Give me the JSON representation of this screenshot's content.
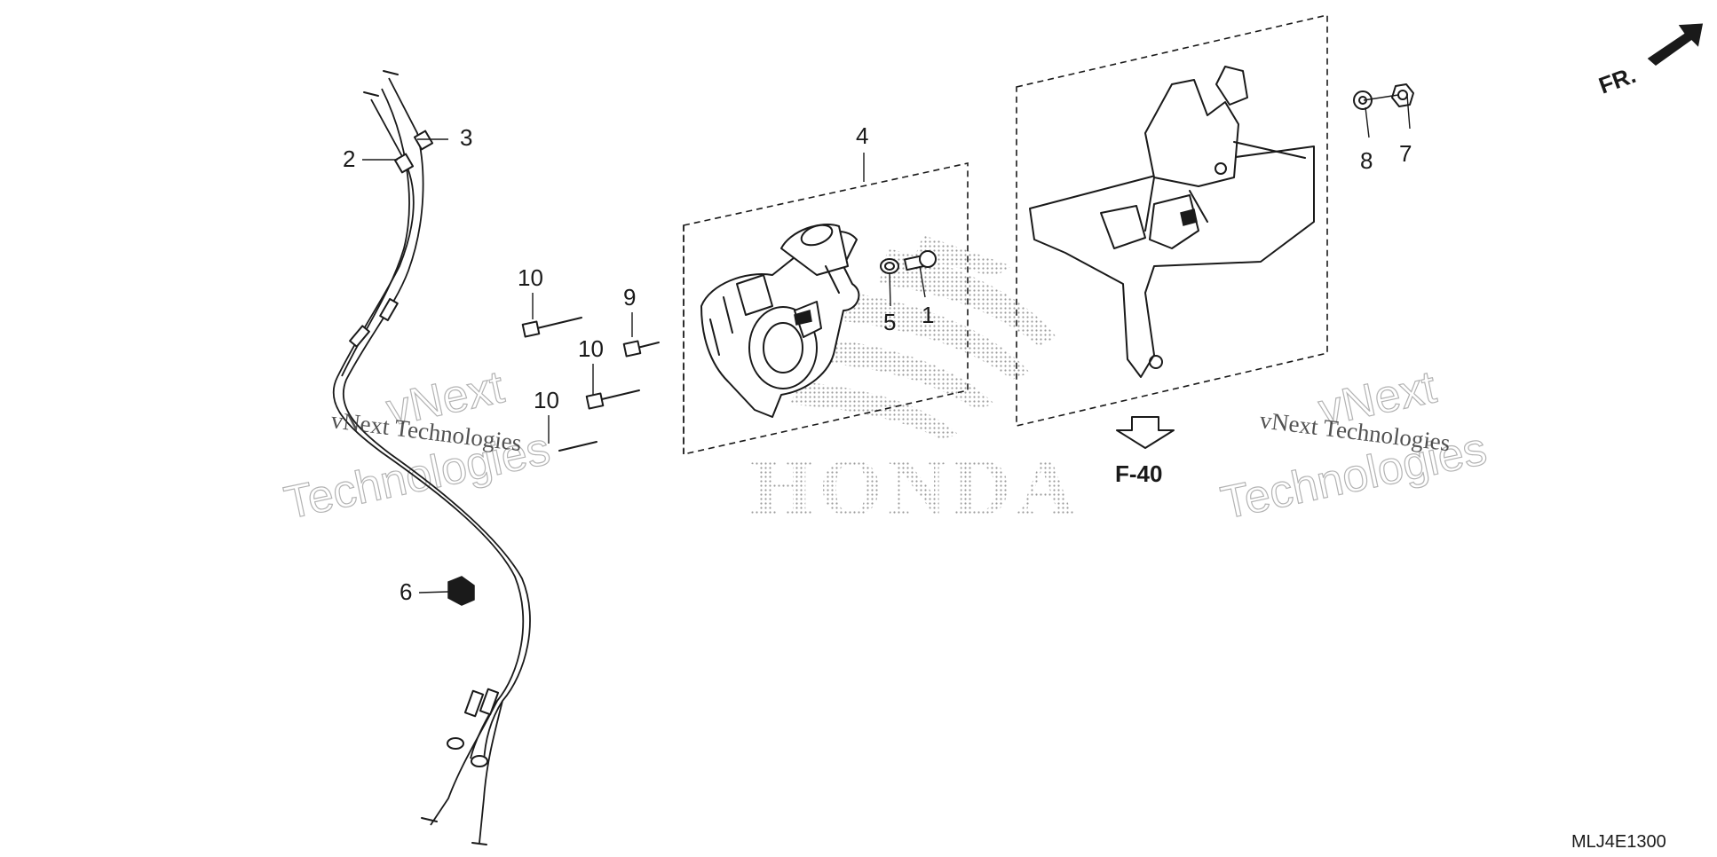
{
  "callouts": {
    "c1": "1",
    "c2": "2",
    "c3": "3",
    "c4": "4",
    "c5": "5",
    "c6": "6",
    "c7": "7",
    "c8": "8",
    "c9": "9",
    "c10a": "10",
    "c10b": "10",
    "c10c": "10"
  },
  "reference": {
    "label": "F-40"
  },
  "direction": {
    "label": "FR."
  },
  "diagram_code": "MLJ4E1300",
  "watermarks": {
    "line1": "vNext Technologies",
    "line2": "vNext Technologies",
    "outline_top": "vNext",
    "outline_bottom": "Technologies"
  },
  "brand_mark": "HONDA"
}
